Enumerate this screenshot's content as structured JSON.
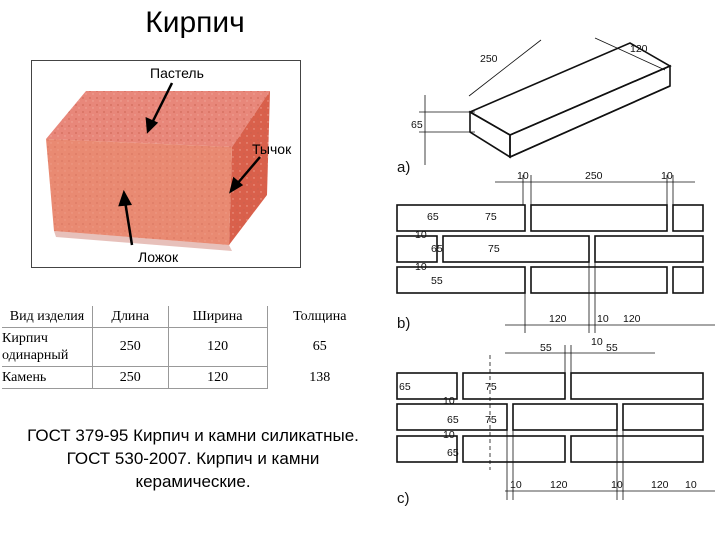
{
  "title": "Кирпич",
  "photo": {
    "labels": {
      "top_face": "Пастель",
      "end_face": "Тычок",
      "side_face": "Ложок"
    },
    "colors": {
      "brick_top": "#e8877a",
      "brick_front": "#e98a72",
      "brick_end": "#d9604b",
      "shadow": "#b94a3a"
    }
  },
  "table": {
    "headers": [
      "Вид изделия",
      "Длина",
      "Ширина",
      "Толщина"
    ],
    "rows": [
      {
        "name": "Кирпич одинарный",
        "length": "250",
        "width": "120",
        "height": "65"
      },
      {
        "name": "Камень",
        "length": "250",
        "width": "120",
        "height": "138"
      }
    ]
  },
  "gost": {
    "line1": "ГОСТ 379-95 Кирпич и камни силикатные.",
    "line2": "ГОСТ 530-2007. Кирпич и камни керамические."
  },
  "drawing": {
    "panel_a": {
      "label": "a)",
      "dims": {
        "length": "250",
        "width": "120",
        "height": "65"
      }
    },
    "panel_b": {
      "label": "b)",
      "top_dims": [
        "10",
        "250",
        "10"
      ],
      "row_dims": [
        "65",
        "75",
        "10",
        "65",
        "75",
        "10",
        "55"
      ],
      "bottom_dims": [
        "120",
        "10",
        "120"
      ]
    },
    "panel_c": {
      "label": "c)",
      "top_dims": [
        "55",
        "10",
        "55"
      ],
      "row_dims": [
        "65",
        "75",
        "10",
        "65",
        "75",
        "10",
        "65"
      ],
      "bottom_dims": [
        "10",
        "120",
        "10",
        "120",
        "10"
      ]
    }
  }
}
